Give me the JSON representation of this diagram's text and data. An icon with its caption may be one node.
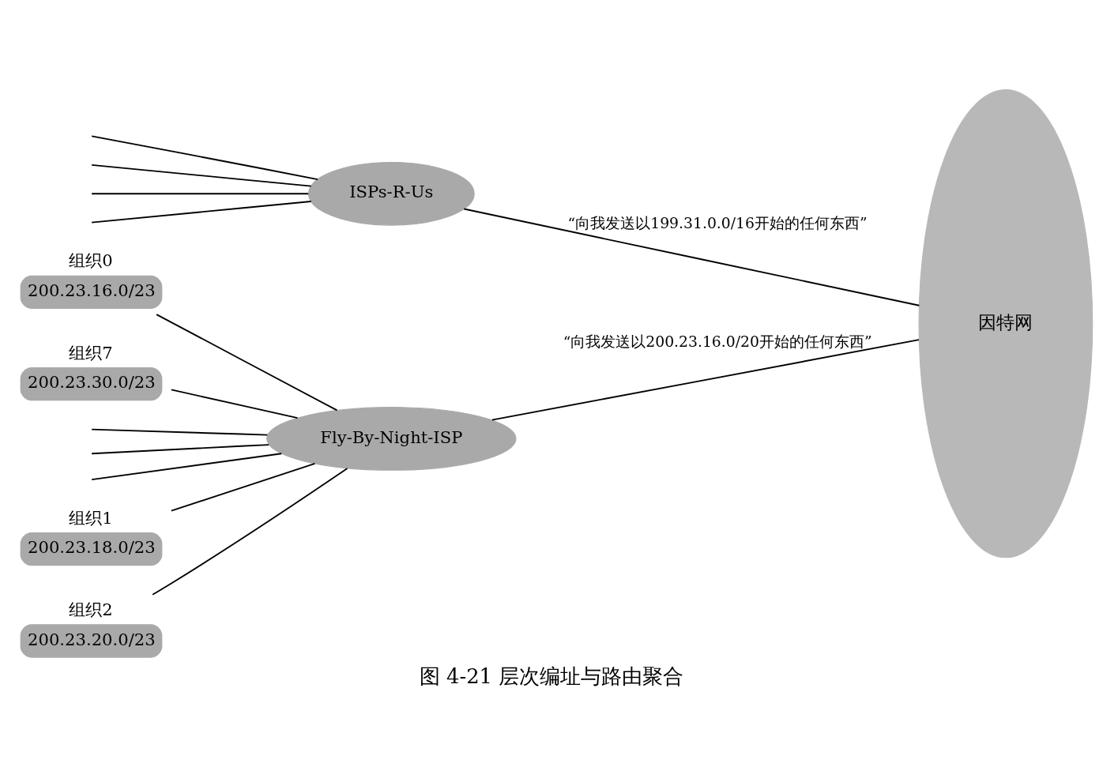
{
  "diagram": {
    "caption": "图 4-21 层次编址与路由聚合",
    "nodes": [
      {
        "text": [
          "组织0",
          "200.23.16.0/23"
        ]
      },
      {
        "text": [
          "组织1",
          "200.23.18.0/23"
        ]
      },
      {
        "text": [
          "组织2",
          "200.23.20.0/23"
        ]
      },
      {
        "text": [
          "组织7",
          "200.23.30.0/23"
        ]
      },
      {
        "text": [
          "Fly-By-Night-ISP"
        ]
      },
      {
        "text": [
          "ISPs-R-Us"
        ]
      },
      {
        "text": [
          "因特网"
        ]
      }
    ],
    "edges": [
      {
        "from": 0,
        "to": 4,
        "arrow": "none"
      },
      {
        "from": 1,
        "to": 4,
        "arrow": "none"
      },
      {
        "from": 2,
        "to": 4,
        "arrow": "none"
      },
      {
        "from": null,
        "to": 4,
        "arrow": "none"
      },
      {
        "from": null,
        "to": 4,
        "arrow": "none"
      },
      {
        "from": null,
        "to": 4,
        "arrow": "none"
      },
      {
        "from": 3,
        "to": 4,
        "arrow": "none"
      },
      {
        "from": 4,
        "to": 6,
        "arrow": "none",
        "label": "“向我发送以200.23.16.0/20开始的任何东西”"
      },
      {
        "from": null,
        "to": 5,
        "arrow": "none"
      },
      {
        "from": null,
        "to": 5,
        "arrow": "none"
      },
      {
        "from": null,
        "to": 5,
        "arrow": "none"
      },
      {
        "from": null,
        "to": 5,
        "arrow": "none"
      },
      {
        "from": 5,
        "to": 6,
        "arrow": "none",
        "label": "“向我发送以199.31.0.0/16开始的任何东西”"
      }
    ]
  }
}
